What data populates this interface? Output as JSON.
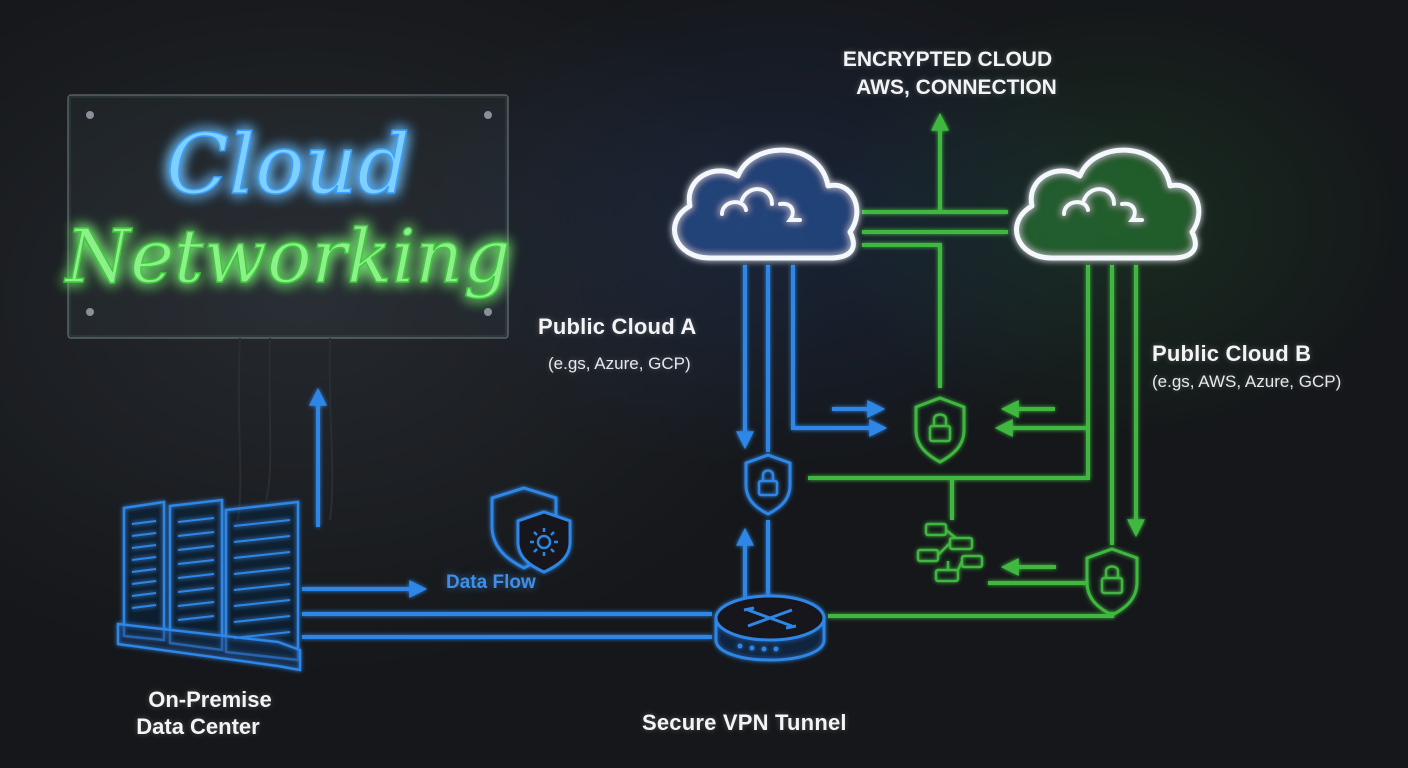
{
  "sign": {
    "line1": "Cloud",
    "line2": "Networking"
  },
  "labels": {
    "encrypted_line1": "ENCRYPTED CLOUD",
    "encrypted_line2": "AWS, CONNECTION",
    "cloud_a_title": "Public Cloud A",
    "cloud_a_sub": "(e.gs, Azure, GCP)",
    "cloud_b_title": "Public Cloud B",
    "cloud_b_sub": "(e.gs, AWS, Azure, GCP)",
    "data_flow": "Data Flow",
    "datacenter_line1": "On-Premise",
    "datacenter_line2": "Data Center",
    "vpn": "Secure VPN Tunnel"
  },
  "colors": {
    "blue": "#2f86e6",
    "green": "#3fb83f",
    "neon_blue": "#5ab8ff",
    "neon_green": "#5ee85a",
    "text": "#f2f4f6"
  },
  "icons": [
    "server-rack-icon",
    "cloud-icon",
    "shield-lock-icon",
    "shield-virus-icon",
    "router-icon",
    "network-topology-icon",
    "arrow-icon"
  ]
}
